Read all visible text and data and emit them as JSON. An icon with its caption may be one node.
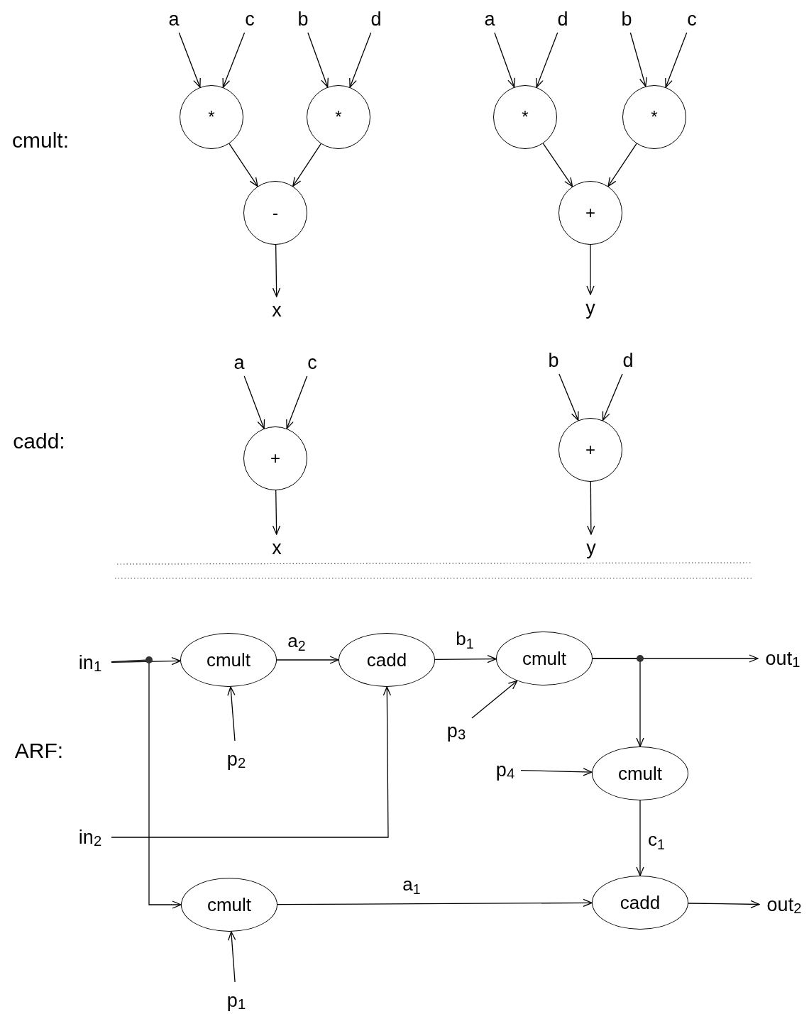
{
  "diagram": {
    "nodes": [
      {
        "text": [
          "a"
        ]
      },
      {
        "text": [
          "c"
        ]
      },
      {
        "text": [
          "b"
        ]
      },
      {
        "text": [
          "d"
        ]
      },
      {
        "text": [
          "*"
        ]
      },
      {
        "text": [
          "*"
        ]
      },
      {
        "text": [
          "-"
        ]
      },
      {
        "text": [
          "x"
        ]
      },
      {
        "text": [
          "a"
        ]
      },
      {
        "text": [
          "d"
        ]
      },
      {
        "text": [
          "b"
        ]
      },
      {
        "text": [
          "c"
        ]
      },
      {
        "text": [
          "*"
        ]
      },
      {
        "text": [
          "*"
        ]
      },
      {
        "text": [
          "+"
        ]
      },
      {
        "text": [
          "y"
        ]
      },
      {
        "text": [
          "a"
        ]
      },
      {
        "text": [
          "c"
        ]
      },
      {
        "text": [
          "+"
        ]
      },
      {
        "text": [
          "x"
        ]
      },
      {
        "text": [
          "b"
        ]
      },
      {
        "text": [
          "d"
        ]
      },
      {
        "text": [
          "+"
        ]
      },
      {
        "text": [
          "y"
        ]
      },
      {
        "text": [
          "in$_{1}$"
        ]
      },
      {
        "text": [
          "cmult"
        ]
      },
      {
        "text": [
          "cadd"
        ]
      },
      {
        "text": [
          "cmult"
        ]
      },
      {
        "text": [
          "out$_{1}$"
        ]
      },
      {
        "text": [
          "p$_{2}$"
        ]
      },
      {
        "text": [
          "p$_{3}$"
        ]
      },
      {
        "text": [
          "p$_{4}$"
        ]
      },
      {
        "text": [
          "cmult"
        ]
      },
      {
        "text": [
          "in$_{2}$"
        ]
      },
      {
        "text": [
          "cmult"
        ]
      },
      {
        "text": [
          "cadd"
        ]
      },
      {
        "text": [
          "out$_{2}$"
        ]
      },
      {
        "text": [
          "p$_{1}$"
        ]
      }
    ],
    "edges": [
      {
        "from": 0,
        "to": 4,
        "arrow": "to"
      },
      {
        "from": 1,
        "to": 4,
        "arrow": "to"
      },
      {
        "from": 2,
        "to": 5,
        "arrow": "to"
      },
      {
        "from": 3,
        "to": 5,
        "arrow": "to"
      },
      {
        "from": 4,
        "to": 6,
        "arrow": "to"
      },
      {
        "from": 5,
        "to": 6,
        "arrow": "to"
      },
      {
        "from": 6,
        "to": 7,
        "arrow": "to"
      },
      {
        "from": 8,
        "to": 12,
        "arrow": "to"
      },
      {
        "from": 9,
        "to": 12,
        "arrow": "to"
      },
      {
        "from": 10,
        "to": 13,
        "arrow": "to"
      },
      {
        "from": 11,
        "to": 13,
        "arrow": "to"
      },
      {
        "from": 12,
        "to": 14,
        "arrow": "to"
      },
      {
        "from": 13,
        "to": 14,
        "arrow": "to"
      },
      {
        "from": 14,
        "to": 15,
        "arrow": "to"
      },
      {
        "from": 16,
        "to": 18,
        "arrow": "to"
      },
      {
        "from": 17,
        "to": 18,
        "arrow": "to"
      },
      {
        "from": 18,
        "to": 19,
        "arrow": "to"
      },
      {
        "from": 20,
        "to": 22,
        "arrow": "to"
      },
      {
        "from": 21,
        "to": 22,
        "arrow": "to"
      },
      {
        "from": 22,
        "to": 23,
        "arrow": "to"
      },
      {
        "from": 24,
        "to": 25,
        "arrow": "to"
      },
      {
        "from": 24,
        "to": 34,
        "arrow": "to"
      },
      {
        "from": 25,
        "to": 26,
        "arrow": "to",
        "label": "a$_{2}$"
      },
      {
        "from": 26,
        "to": 27,
        "arrow": "to",
        "label": "b$_{1}$"
      },
      {
        "from": 27,
        "to": 28,
        "arrow": "to"
      },
      {
        "from": 27,
        "to": 32,
        "arrow": "to"
      },
      {
        "from": 29,
        "to": 25,
        "arrow": "to"
      },
      {
        "from": 30,
        "to": 27,
        "arrow": "to"
      },
      {
        "from": 31,
        "to": 32,
        "arrow": "to"
      },
      {
        "from": 33,
        "to": 26,
        "arrow": "to"
      },
      {
        "from": 32,
        "to": 35,
        "arrow": "to",
        "label": "c$_{1}$"
      },
      {
        "from": 34,
        "to": 35,
        "arrow": "to",
        "label": "a$_{1}$"
      },
      {
        "from": 35,
        "to": 36,
        "arrow": "to"
      },
      {
        "from": 37,
        "to": 34,
        "arrow": "to"
      }
    ],
    "labels": [
      "cmult:",
      "cadd:",
      "ARF:"
    ]
  }
}
